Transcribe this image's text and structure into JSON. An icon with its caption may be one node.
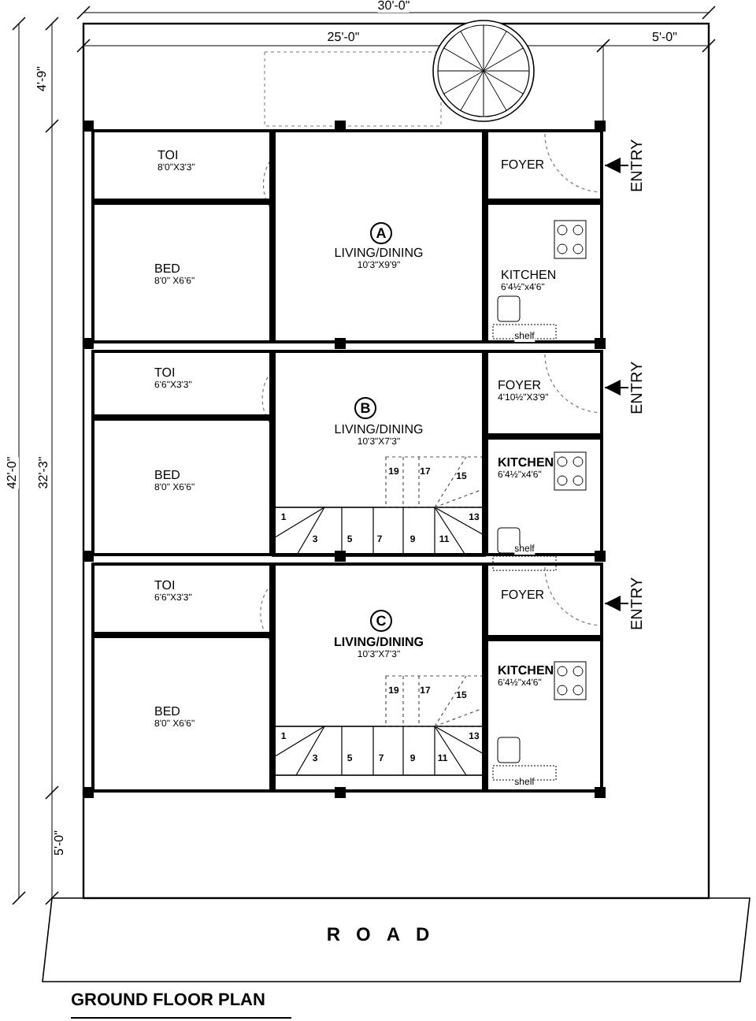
{
  "diagram": {
    "title": "GROUND FLOOR PLAN",
    "nodes": [
      {
        "text": [
          "TOI",
          "8'0\"X3'3\""
        ]
      },
      {
        "text": [
          "BED",
          "8'0\" X6'6\""
        ]
      },
      {
        "text": [
          "LIVING/DINING",
          "10'3\"X9'9\""
        ]
      },
      {
        "text": [
          "A"
        ],
        "in": 2
      },
      {
        "text": [
          "FOYER"
        ]
      },
      {
        "text": [
          "KITCHEN",
          "6'4½\"x4'6\""
        ]
      },
      {
        "text": [
          "ENTRY"
        ]
      },
      {
        "text": [
          "TOI",
          "6'6\"X3'3\""
        ]
      },
      {
        "text": [
          "BED",
          "8'0\" X6'6\""
        ]
      },
      {
        "text": [
          "LIVING/DINING",
          "10'3\"X7'3\""
        ]
      },
      {
        "text": [
          "B"
        ],
        "in": 9
      },
      {
        "text": [
          "FOYER",
          "4'10½\"X3'9\""
        ]
      },
      {
        "text": [
          "KITCHEN",
          "6'4½\"x4'6\""
        ]
      },
      {
        "text": [
          "ENTRY"
        ]
      },
      {
        "text": [
          "TOI",
          "6'6\"X3'3\""
        ]
      },
      {
        "text": [
          "BED",
          "8'0\" X6'6\""
        ]
      },
      {
        "text": [
          "LIVING/DINING",
          "10'3\"X7'3\""
        ]
      },
      {
        "text": [
          "C"
        ],
        "in": 16
      },
      {
        "text": [
          "FOYER"
        ]
      },
      {
        "text": [
          "KITCHEN",
          "6'4½\"x4'6\""
        ]
      },
      {
        "text": [
          "ENTRY"
        ]
      }
    ],
    "edges": [
      {
        "from": 6,
        "to": 4,
        "arrow": "to"
      },
      {
        "from": 13,
        "to": 11,
        "arrow": "to"
      },
      {
        "from": 20,
        "to": 18,
        "arrow": "to"
      }
    ],
    "labels": [
      "30'-0\"",
      "25'-0\"",
      "5'-0\"",
      "4'-9\"",
      "shelf",
      "42'-0\"",
      "32'-3\"",
      "19",
      "17",
      "15",
      "1",
      "13",
      "3",
      "5",
      "7",
      "9",
      "11",
      "shelf",
      "19",
      "17",
      "15",
      "1",
      "13",
      "3",
      "5",
      "7",
      "9",
      "11",
      "shelf",
      "5'-0\"",
      "ROAD"
    ]
  }
}
